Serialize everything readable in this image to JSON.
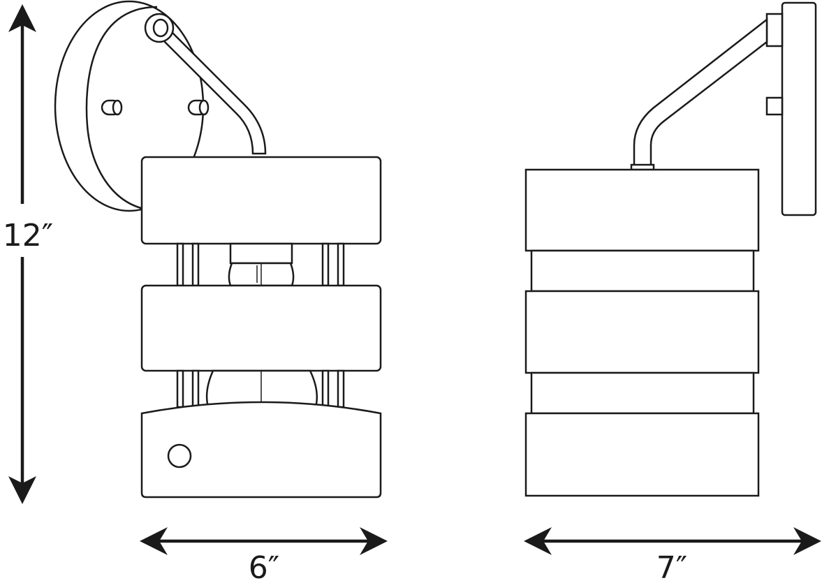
{
  "dimensions": {
    "height": "12″",
    "width_front": "6″",
    "width_side": "7″"
  },
  "colors": {
    "line": "#1a1a1a",
    "fill": "#ffffff"
  }
}
